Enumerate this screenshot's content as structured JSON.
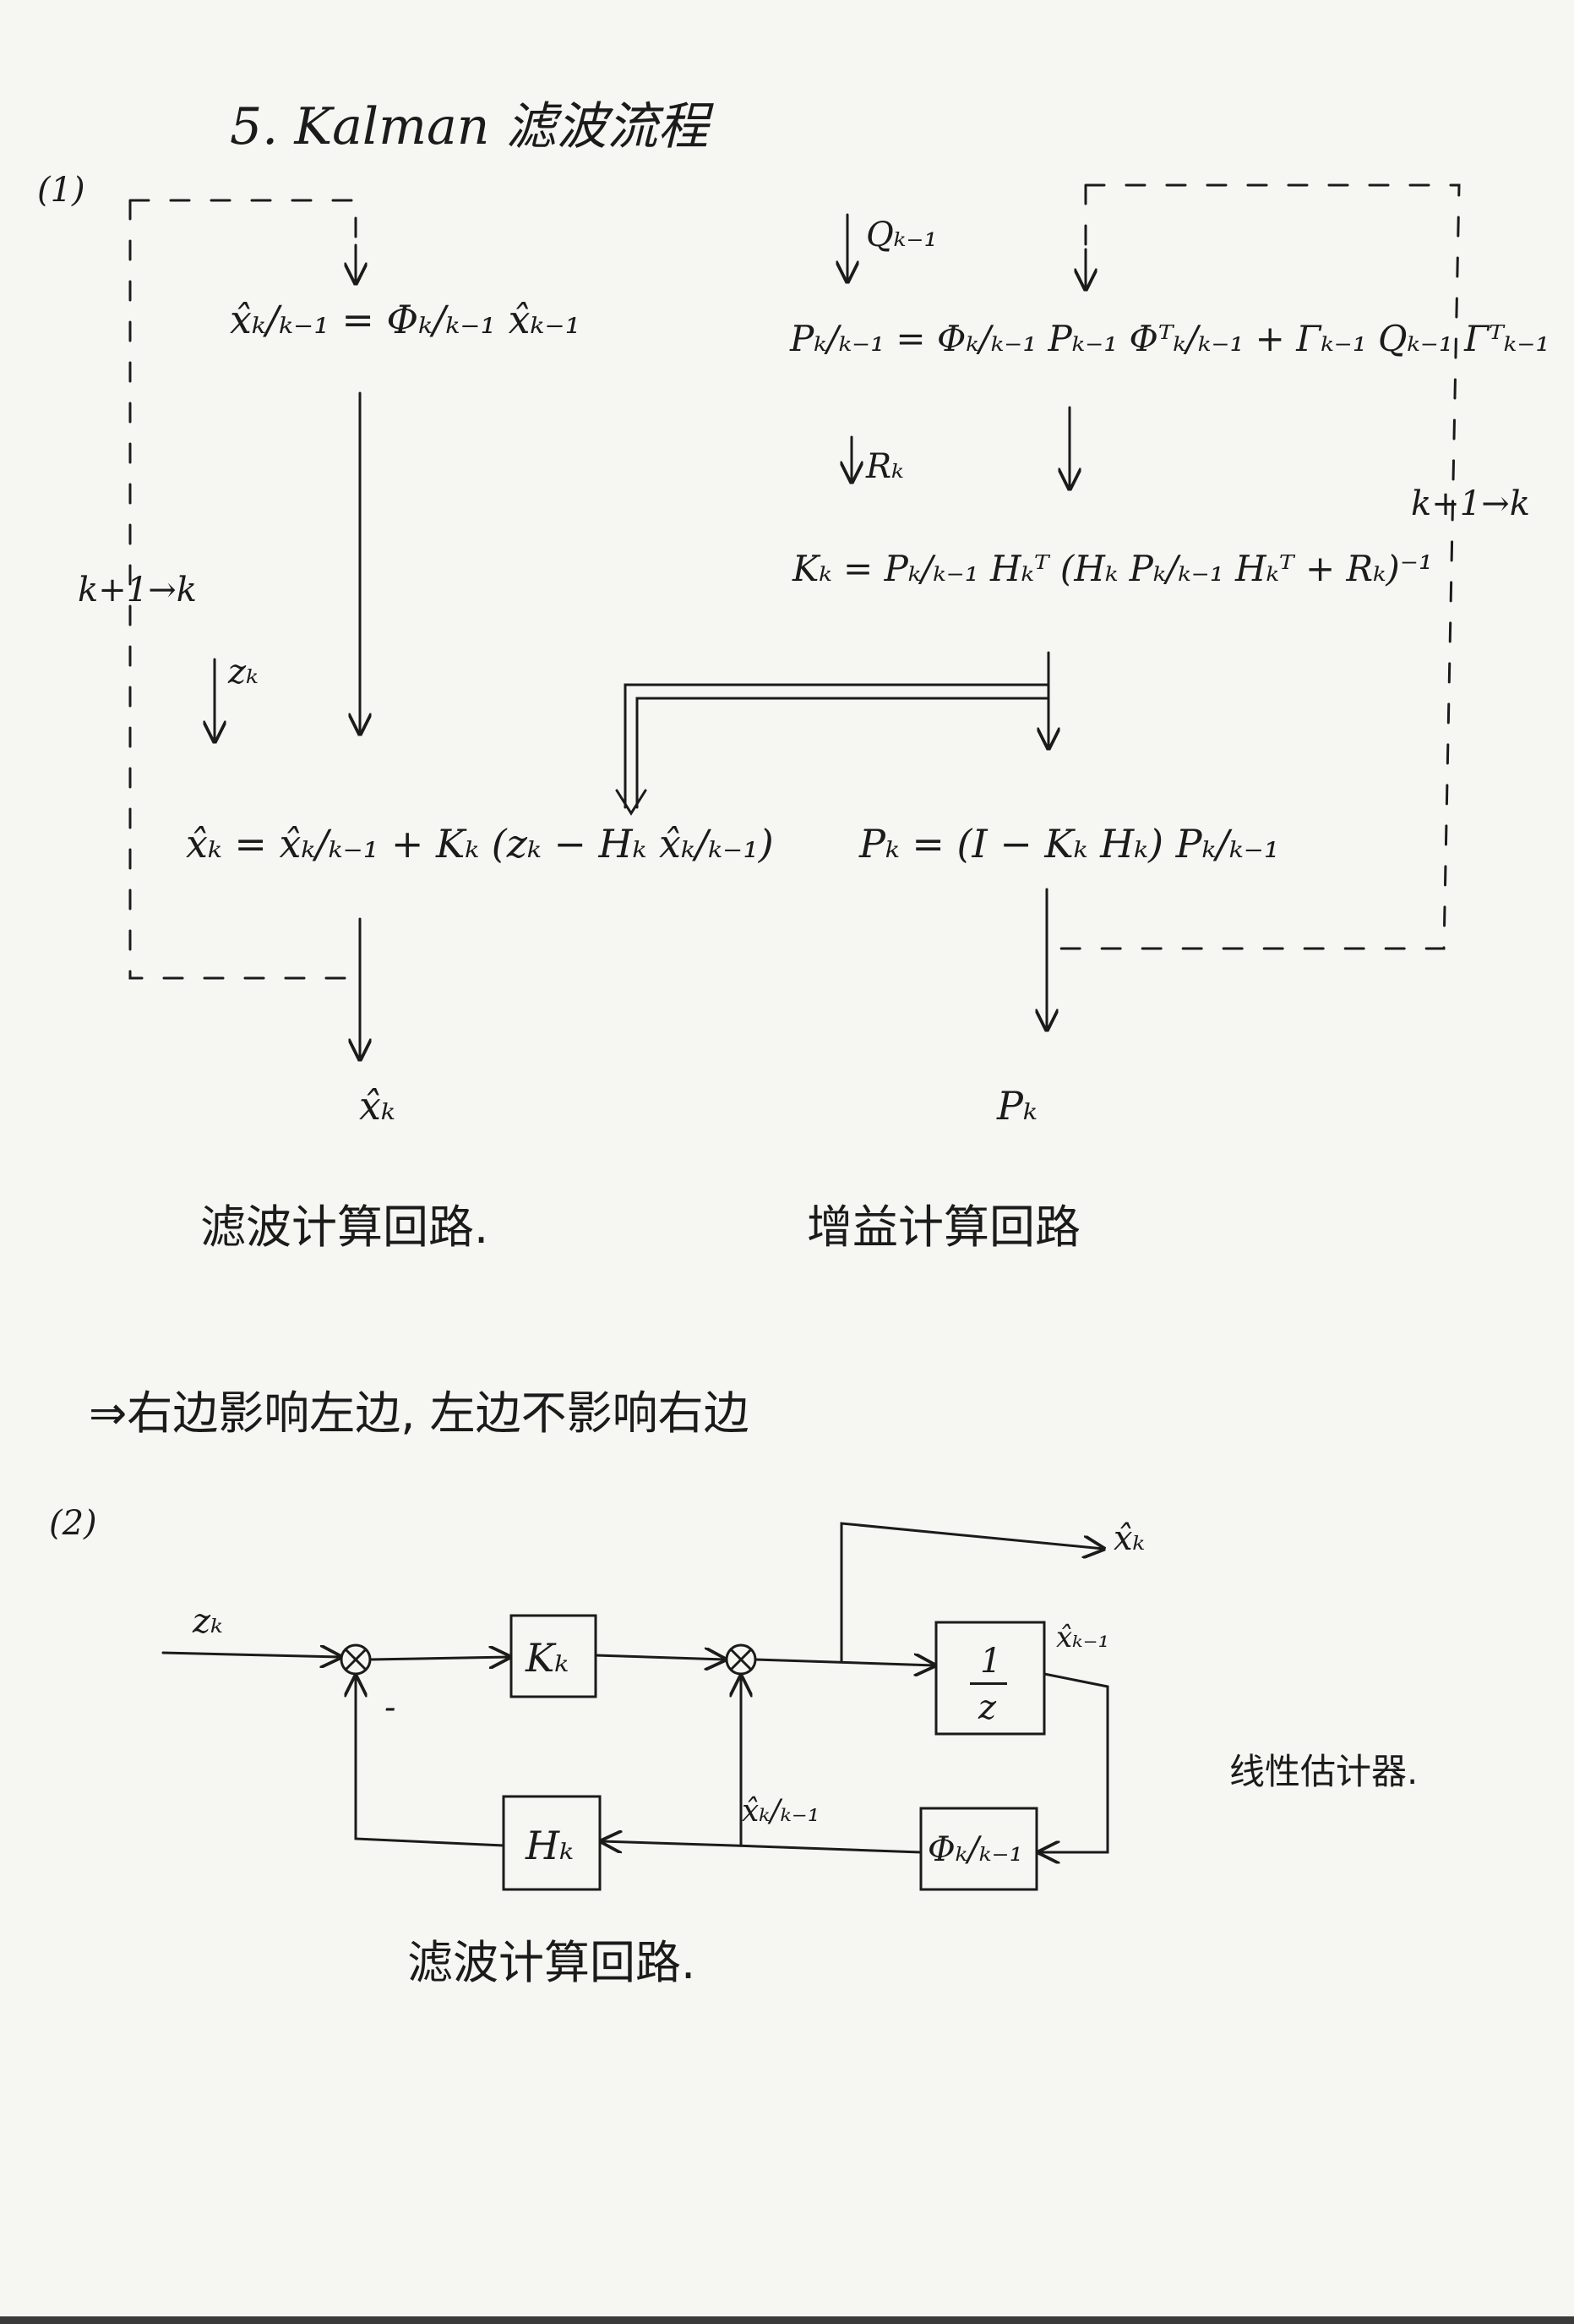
{
  "title": "5. Kalman 滤波流程",
  "part1": {
    "label": "(1)",
    "eq_state_predict": "x̂ₖ/ₖ₋₁ = Φₖ/ₖ₋₁ x̂ₖ₋₁",
    "eq_cov_predict": "Pₖ/ₖ₋₁ = Φₖ/ₖ₋₁ Pₖ₋₁ Φᵀₖ/ₖ₋₁ + Γₖ₋₁ Qₖ₋₁ Γᵀₖ₋₁",
    "eq_gain": "Kₖ = Pₖ/ₖ₋₁ Hₖᵀ (Hₖ Pₖ/ₖ₋₁ Hₖᵀ + Rₖ)⁻¹",
    "eq_state_update": "x̂ₖ = x̂ₖ/ₖ₋₁ + Kₖ (zₖ − Hₖ x̂ₖ/ₖ₋₁)",
    "eq_cov_update": "Pₖ = (I − Kₖ Hₖ) Pₖ/ₖ₋₁",
    "input_q": "Qₖ₋₁",
    "input_r": "Rₖ",
    "input_z": "zₖ",
    "output_x": "x̂ₖ",
    "output_p": "Pₖ",
    "loop_left": "k+1→k",
    "loop_right": "k+1→k",
    "caption_filter": "滤波计算回路.",
    "caption_gain": "增益计算回路",
    "conclusion": "⇒右边影响左边, 左边不影响右边"
  },
  "part2": {
    "label": "(2)",
    "input": "zₖ",
    "minus": "-",
    "block_gain": "Kₖ",
    "block_delay_num": "1",
    "block_delay_den": "z",
    "block_transition": "Φₖ/ₖ₋₁",
    "block_measure": "Hₖ",
    "signal_output": "x̂ₖ",
    "signal_prev": "x̂ₖ₋₁",
    "signal_predict": "x̂ₖ/ₖ₋₁",
    "side_note": "线性估计器.",
    "caption": "滤波计算回路."
  }
}
